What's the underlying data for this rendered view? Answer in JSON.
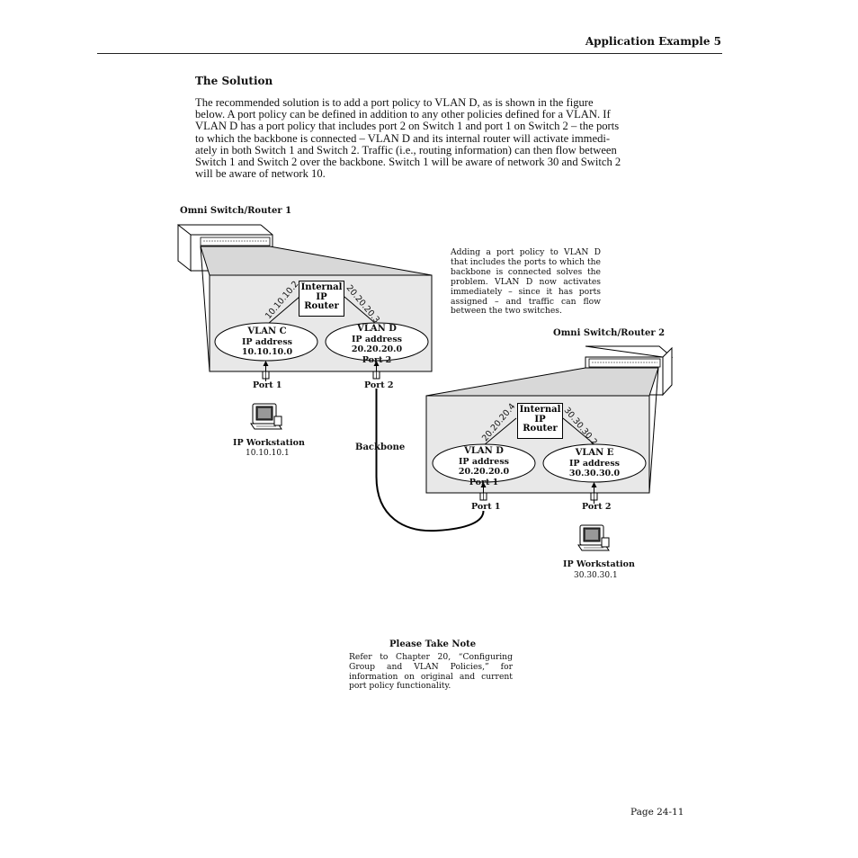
{
  "header": {
    "title": "Application Example 5"
  },
  "section": {
    "title": "The Solution"
  },
  "body": {
    "lines": [
      "The recommended solution is to add a port policy to VLAN D, as is shown in the figure",
      "below. A port policy can be defined in addition to any other policies defined for a VLAN. If",
      "VLAN D has a port policy that includes port 2 on Switch 1 and port 1 on Switch 2 – the ports",
      "to which the backbone is connected – VLAN D and its internal router will activate immedi-",
      "ately in both Switch 1 and Switch 2. Traffic (i.e., routing information) can then flow between",
      "Switch 1 and Switch 2 over the backbone. Switch 1 will be aware of network 30 and Switch 2",
      "will be aware of network 10."
    ]
  },
  "diagram": {
    "switch1": {
      "title": "Omni Switch/Router 1",
      "router": [
        "Internal",
        "IP",
        "Router"
      ],
      "link_left": "10.10.10.2",
      "link_right": "20.20.20.3",
      "vlan_left": {
        "name": "VLAN C",
        "address": "IP address 10.10.10.0"
      },
      "vlan_right": {
        "name": "VLAN D",
        "address": "IP address 20.20.20.0",
        "port": "Port 2"
      },
      "port_left": "Port 1",
      "port_right": "Port 2"
    },
    "switch2": {
      "title": "Omni Switch/Router 2",
      "router": [
        "Internal",
        "IP",
        "Router"
      ],
      "link_left": "20.20.20.4",
      "link_right": "30.30.30.2",
      "vlan_left": {
        "name": "VLAN D",
        "address": "IP address 20.20.20.0",
        "port": "Port 1"
      },
      "vlan_right": {
        "name": "VLAN E",
        "address": "IP address 30.30.30.0"
      },
      "port_left": "Port 1",
      "port_right": "Port 2"
    },
    "backbone": "Backbone",
    "workstation1": {
      "title": "IP Workstation",
      "address": "10.10.10.1"
    },
    "workstation2": {
      "title": "IP Workstation",
      "address": "30.30.30.1"
    },
    "annotation": "Adding a port policy to VLAN D that includes the ports to which the backbone is connected solves the problem. VLAN D now activates immediately – since it has ports assigned – and traffic can flow between the two switches."
  },
  "note": {
    "title": "Please Take Note",
    "body": "Refer to Chapter 20, “Configuring Group and VLAN Policies,” for information on original and current port policy functionality."
  },
  "footer": {
    "page": "Page 24-11"
  },
  "colors": {
    "panel_fill": "#e8e8e8",
    "line": "#000000"
  }
}
